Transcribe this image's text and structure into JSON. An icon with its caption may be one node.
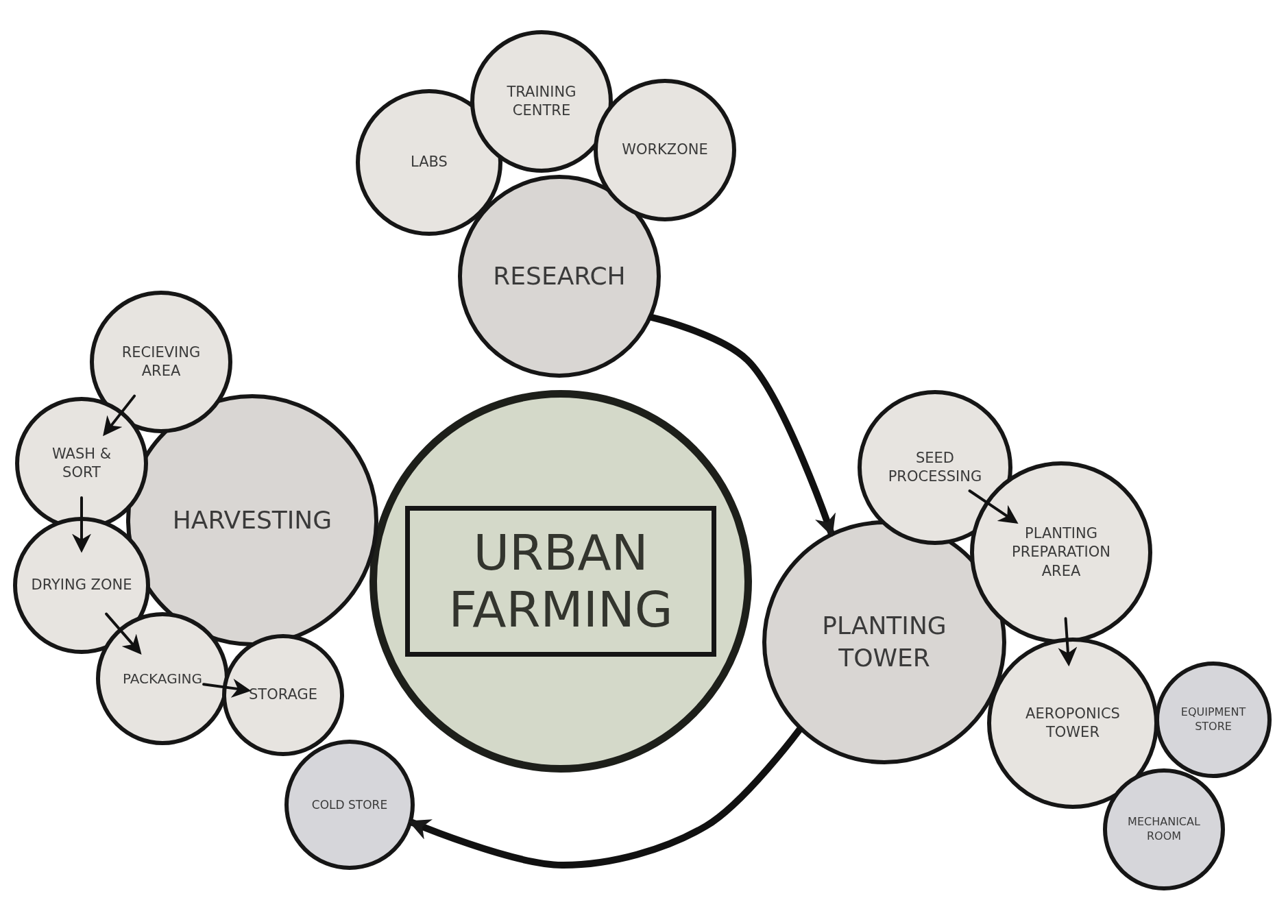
{
  "diagram": {
    "nodes": [
      {
        "text": [
          "URBAN FARMING"
        ]
      },
      {
        "text": [
          "RESEARCH"
        ]
      },
      {
        "text": [
          "LABS"
        ]
      },
      {
        "text": [
          "TRAINING CENTRE"
        ]
      },
      {
        "text": [
          "WORKZONE"
        ]
      },
      {
        "text": [
          "HARVESTING"
        ]
      },
      {
        "text": [
          "RECIEVING AREA"
        ]
      },
      {
        "text": [
          "WASH & SORT"
        ]
      },
      {
        "text": [
          "DRYING ZONE"
        ]
      },
      {
        "text": [
          "PACKAGING"
        ]
      },
      {
        "text": [
          "STORAGE"
        ]
      },
      {
        "text": [
          "COLD STORE"
        ]
      },
      {
        "text": [
          "PLANTING TOWER"
        ]
      },
      {
        "text": [
          "SEED PROCESSING"
        ]
      },
      {
        "text": [
          "PLANTING PREPARATION AREA"
        ]
      },
      {
        "text": [
          "AEROPONICS TOWER"
        ]
      },
      {
        "text": [
          "EQUIPMENT STORE"
        ]
      },
      {
        "text": [
          "MECHANICAL ROOM"
        ]
      }
    ],
    "edges": [
      {
        "from": 6,
        "to": 7,
        "arrow": "to"
      },
      {
        "from": 7,
        "to": 8,
        "arrow": "to"
      },
      {
        "from": 8,
        "to": 9,
        "arrow": "to"
      },
      {
        "from": 9,
        "to": 10,
        "arrow": "to"
      },
      {
        "from": 13,
        "to": 14,
        "arrow": "to"
      },
      {
        "from": 14,
        "to": 15,
        "arrow": "to"
      },
      {
        "from": 1,
        "to": 12,
        "arrow": "to",
        "style": "thick"
      },
      {
        "from": 12,
        "to": 11,
        "arrow": "to",
        "style": "thick"
      }
    ]
  }
}
